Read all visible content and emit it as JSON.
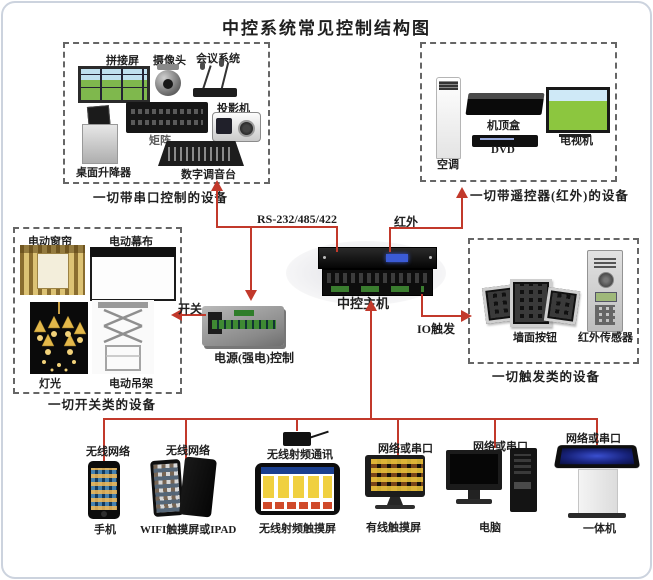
{
  "title": "中控系统常见控制结构图",
  "host": {
    "label": "中控主机"
  },
  "links": {
    "rs232": "RS-232/485/422",
    "infrared": "红外",
    "switch": "开关",
    "io_trigger": "IO触发"
  },
  "power_control": {
    "label": "电源(强电)控制"
  },
  "groups": {
    "serial": {
      "caption": "一切带串口控制的设备",
      "devices": {
        "video_wall": "拼接屏",
        "camera": "摄像头",
        "conference": "会议系统",
        "matrix": "矩阵",
        "projector": "投影机",
        "desk_lifter": "桌面升降器",
        "mixer": "数字调音台"
      }
    },
    "infrared": {
      "caption": "一切带遥控器(红外)的设备",
      "devices": {
        "ac": "空调",
        "settop": "机顶盒",
        "dvd": "DVD",
        "tv": "电视机"
      }
    },
    "switch": {
      "caption": "一切开关类的设备",
      "devices": {
        "curtain": "电动窗帘",
        "screen": "电动幕布",
        "light": "灯光",
        "hanger": "电动吊架"
      }
    },
    "trigger": {
      "caption": "一切触发类的设备",
      "devices": {
        "wall_button": "墙面按钮",
        "ir_sensor": "红外传感器"
      }
    }
  },
  "terminals": [
    {
      "name": "手机",
      "link": "无线网络"
    },
    {
      "name": "WIFI触摸屏或IPAD",
      "link": "无线网络"
    },
    {
      "name": "无线射频触摸屏",
      "link": "无线射频通讯"
    },
    {
      "name": "有线触摸屏",
      "link": "网络或串口"
    },
    {
      "name": "电脑",
      "link": "网络或串口"
    },
    {
      "name": "一体机",
      "link": "网络或串口"
    }
  ],
  "colors": {
    "line_red": "#c2392b",
    "box_dash": "#666666",
    "text": "#1f1f1f",
    "frame": "#ccd3de"
  }
}
